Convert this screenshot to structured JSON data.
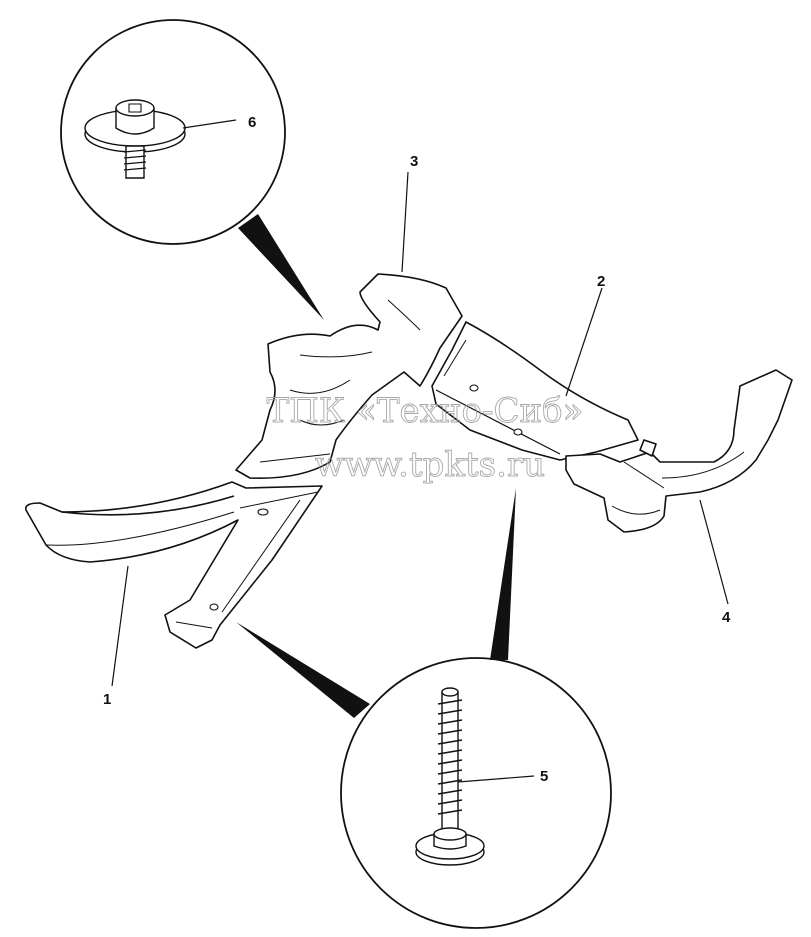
{
  "callouts": {
    "c1": "1",
    "c2": "2",
    "c3": "3",
    "c4": "4",
    "c5": "5",
    "c6": "6"
  },
  "watermark": {
    "line1": "ТПК «Техно-Сиб»",
    "line2": "www.tpkts.ru"
  }
}
